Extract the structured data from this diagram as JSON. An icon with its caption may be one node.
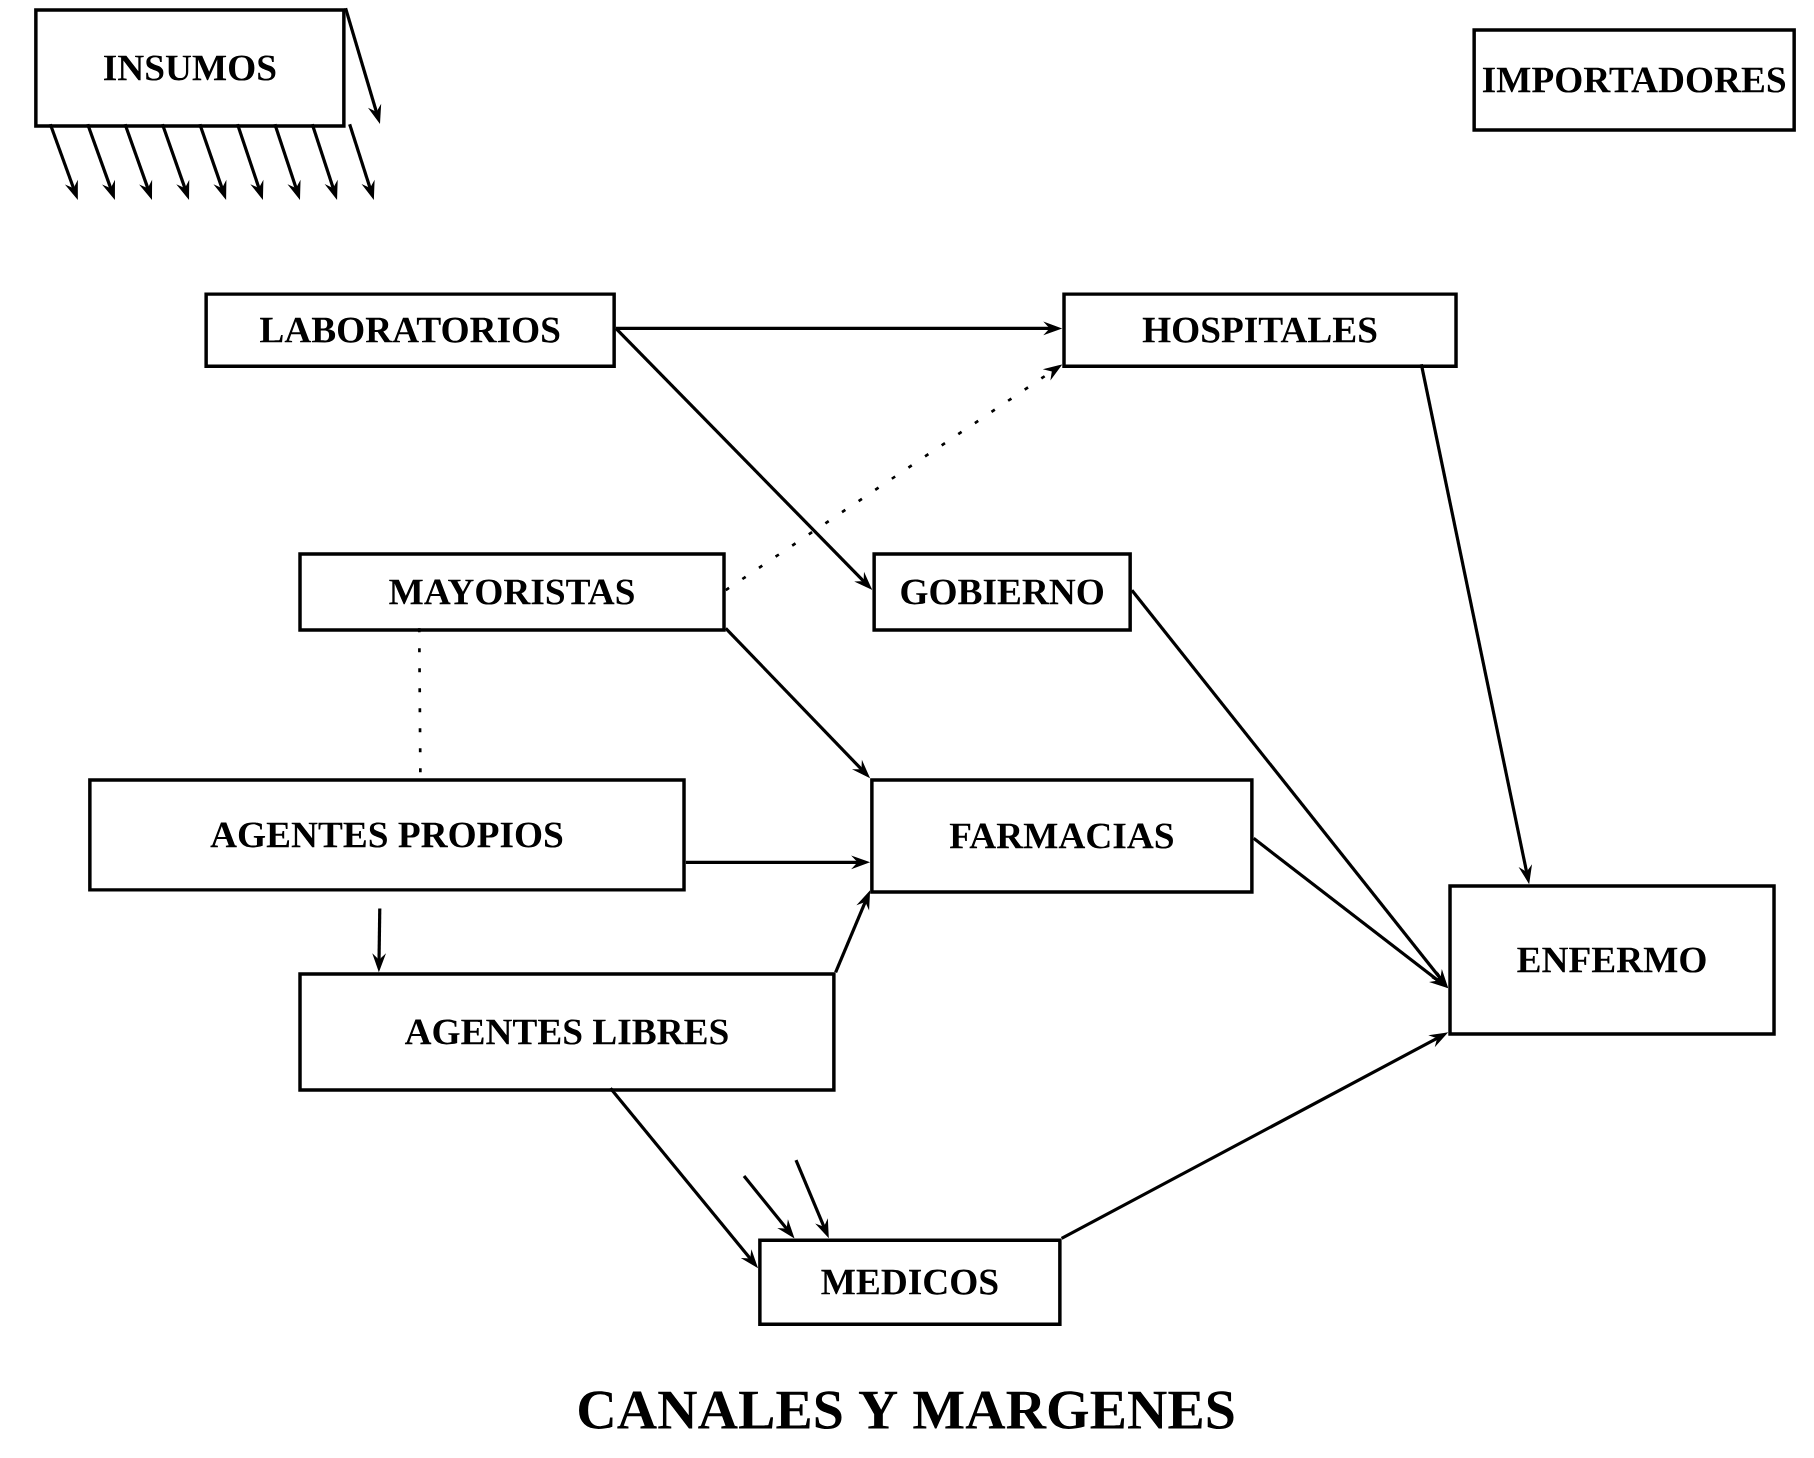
{
  "diagram": {
    "caption": "CANALES Y MARGENES",
    "nodes": [
      {
        "text": [
          "INSUMOS"
        ]
      },
      {
        "text": [
          "IMPORTADORES"
        ]
      },
      {
        "text": [
          "LABORATORIOS"
        ]
      },
      {
        "text": [
          "HOSPITALES"
        ]
      },
      {
        "text": [
          "MAYORISTAS"
        ]
      },
      {
        "text": [
          "GOBIERNO"
        ]
      },
      {
        "text": [
          "AGENTES PROPIOS"
        ]
      },
      {
        "text": [
          "FARMACIAS"
        ]
      },
      {
        "text": [
          "AGENTES LIBRES"
        ]
      },
      {
        "text": [
          "ENFERMO"
        ]
      },
      {
        "text": [
          "MEDICOS"
        ]
      }
    ],
    "edges": [
      {
        "from": 0,
        "to": null,
        "arrow": "to"
      },
      {
        "from": 0,
        "to": null,
        "arrow": "to"
      },
      {
        "from": 0,
        "to": null,
        "arrow": "to"
      },
      {
        "from": 0,
        "to": null,
        "arrow": "to"
      },
      {
        "from": 0,
        "to": null,
        "arrow": "to"
      },
      {
        "from": 0,
        "to": null,
        "arrow": "to"
      },
      {
        "from": 0,
        "to": null,
        "arrow": "to"
      },
      {
        "from": 0,
        "to": null,
        "arrow": "to"
      },
      {
        "from": 0,
        "to": null,
        "arrow": "to"
      },
      {
        "from": 0,
        "to": null,
        "arrow": "to"
      },
      {
        "from": 2,
        "to": 3,
        "arrow": "to"
      },
      {
        "from": 2,
        "to": 5,
        "arrow": "to"
      },
      {
        "from": 4,
        "to": 3,
        "arrow": "to",
        "style": "dashed"
      },
      {
        "from": 4,
        "to": 7,
        "arrow": "to"
      },
      {
        "from": 4,
        "to": 6,
        "arrow": "none",
        "style": "dashed"
      },
      {
        "from": 6,
        "to": 7,
        "arrow": "to"
      },
      {
        "from": 6,
        "to": 8,
        "arrow": "to"
      },
      {
        "from": 8,
        "to": 7,
        "arrow": "to"
      },
      {
        "from": 8,
        "to": 10,
        "arrow": "to"
      },
      {
        "from": null,
        "to": 10,
        "arrow": "to"
      },
      {
        "from": null,
        "to": 10,
        "arrow": "to"
      },
      {
        "from": 3,
        "to": 9,
        "arrow": "to"
      },
      {
        "from": 5,
        "to": 9,
        "arrow": "to"
      },
      {
        "from": 7,
        "to": 9,
        "arrow": "to"
      },
      {
        "from": 10,
        "to": 9,
        "arrow": "to"
      }
    ]
  }
}
